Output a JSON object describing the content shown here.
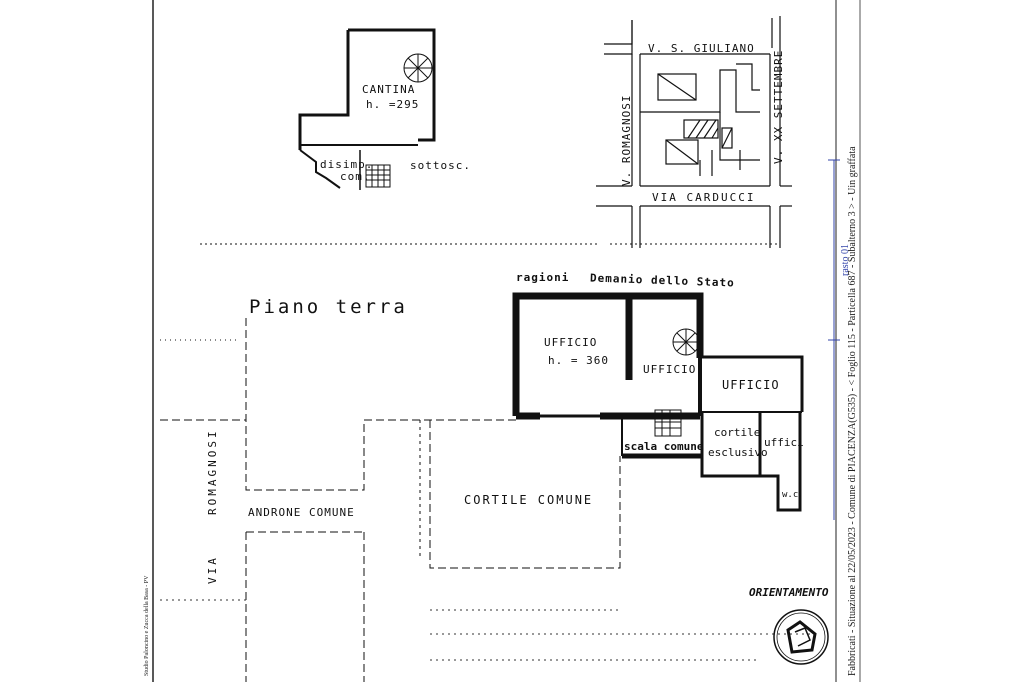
{
  "cellar": {
    "name": "CANTINA",
    "height": "h. =295",
    "disimp": "disimp.",
    "com": "com.",
    "sottosc": "sottosc."
  },
  "location_map": {
    "street_north": "V. S. GIULIANO",
    "street_west": "V. ROMAGNOSI",
    "street_east": "V. XX SETTEMBRE",
    "street_south": "VIA CARDUCCI"
  },
  "ground_floor": {
    "title": "Piano terra",
    "neighbor": "ragioni",
    "neighbor_owner": "Demanio dello Stato",
    "office_1": "UFFICIO",
    "office_1_height": "h. = 360",
    "office_2": "UFFICIO",
    "office_3": "UFFICIO",
    "office_small": "uffici",
    "courtyard_excl_1": "cortile",
    "courtyard_excl_2": "esclusivo",
    "stair": "scala comune",
    "wc": "w.c.",
    "courtyard_common": "CORTILE COMUNE",
    "passage": "ANDRONE COMUNE",
    "street_1": "ROMAGNOSI",
    "street_2": "VIA"
  },
  "orientation": "ORIENTAMENTO",
  "margin": {
    "scale": "rasto 01",
    "record": "Fabbricati - Situazione al 22/05/2023 - Comune di PIACENZA(G535) - < Foglio 115 - Particella 687 - Subalterno 3 > - Uin graffata",
    "stamp": "Studio Paloncino e Zucca della Basa - PV"
  }
}
